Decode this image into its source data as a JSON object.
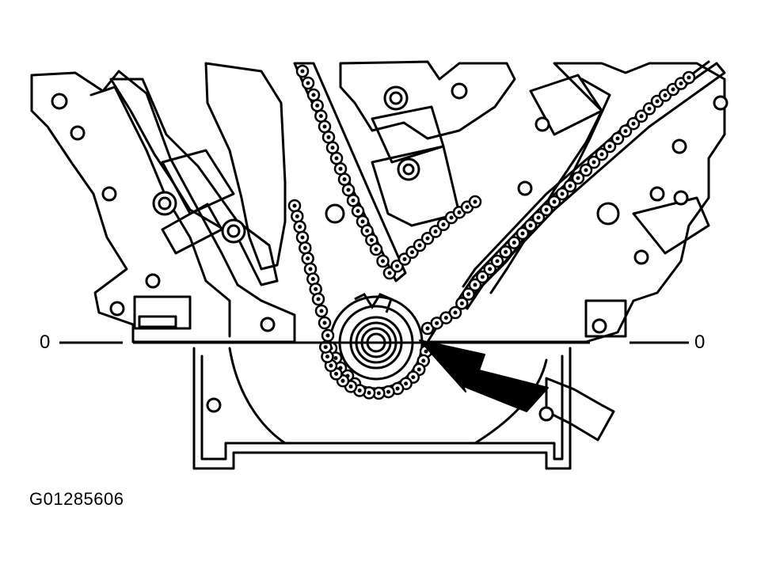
{
  "labels": {
    "zero_left": "0",
    "zero_right": "0",
    "figure_id": "G01285606"
  },
  "colors": {
    "ink": "#000000",
    "paper": "#ffffff"
  },
  "icons": {
    "pointer": "arrow-icon"
  }
}
